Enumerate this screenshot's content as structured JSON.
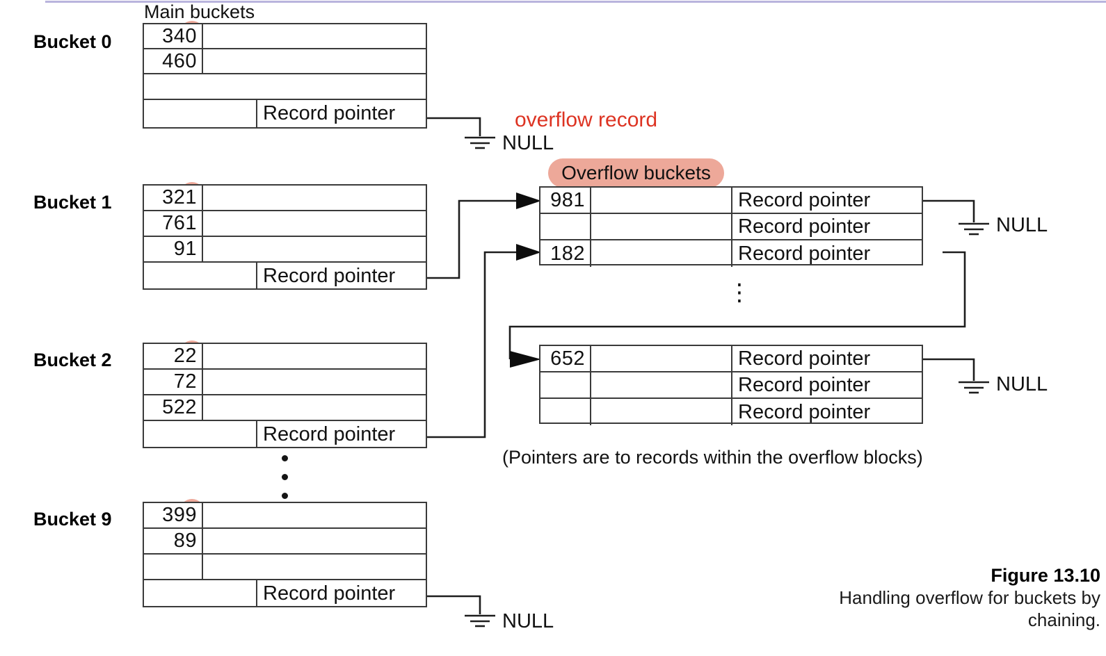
{
  "figure": {
    "number": "Figure 13.10",
    "caption": "Handling overflow for buckets by chaining."
  },
  "labels": {
    "main_buckets": "Main buckets",
    "overflow_buckets": "Overflow buckets",
    "overflow_record_annotation": "overflow record",
    "pointer_note": "(Pointers are to records within the overflow blocks)",
    "null": "NULL",
    "record_pointer": "Record pointer"
  },
  "colors": {
    "highlight": "#eda899",
    "annotation_red": "#dd3322",
    "rule": "#b9b4dd",
    "line": "#1d1d1d"
  },
  "main_buckets": [
    {
      "label": "Bucket 0",
      "keys": [
        "340",
        "460",
        ""
      ],
      "pointer": "Record pointer",
      "pointer_target": "NULL"
    },
    {
      "label": "Bucket 1",
      "keys": [
        "321",
        "761",
        "91"
      ],
      "pointer": "Record pointer",
      "pointer_target": "overflow-block-1"
    },
    {
      "label": "Bucket 2",
      "keys": [
        "22",
        "72",
        "522"
      ],
      "pointer": "Record pointer",
      "pointer_target": "overflow-block-1"
    },
    {
      "label": "Bucket 9",
      "keys": [
        "399",
        "89",
        ""
      ],
      "pointer": "Record pointer",
      "pointer_target": "NULL"
    }
  ],
  "overflow_blocks": [
    {
      "id": "overflow-block-1",
      "rows": [
        {
          "key": "981",
          "pointer": "Record pointer"
        },
        {
          "key": "",
          "pointer": "Record pointer"
        },
        {
          "key": "182",
          "pointer": "Record pointer"
        }
      ],
      "chain_target": "NULL"
    },
    {
      "id": "overflow-block-2",
      "rows": [
        {
          "key": "652",
          "pointer": "Record pointer"
        },
        {
          "key": "",
          "pointer": "Record pointer"
        },
        {
          "key": "",
          "pointer": "Record pointer"
        }
      ],
      "chain_target": "NULL"
    }
  ]
}
